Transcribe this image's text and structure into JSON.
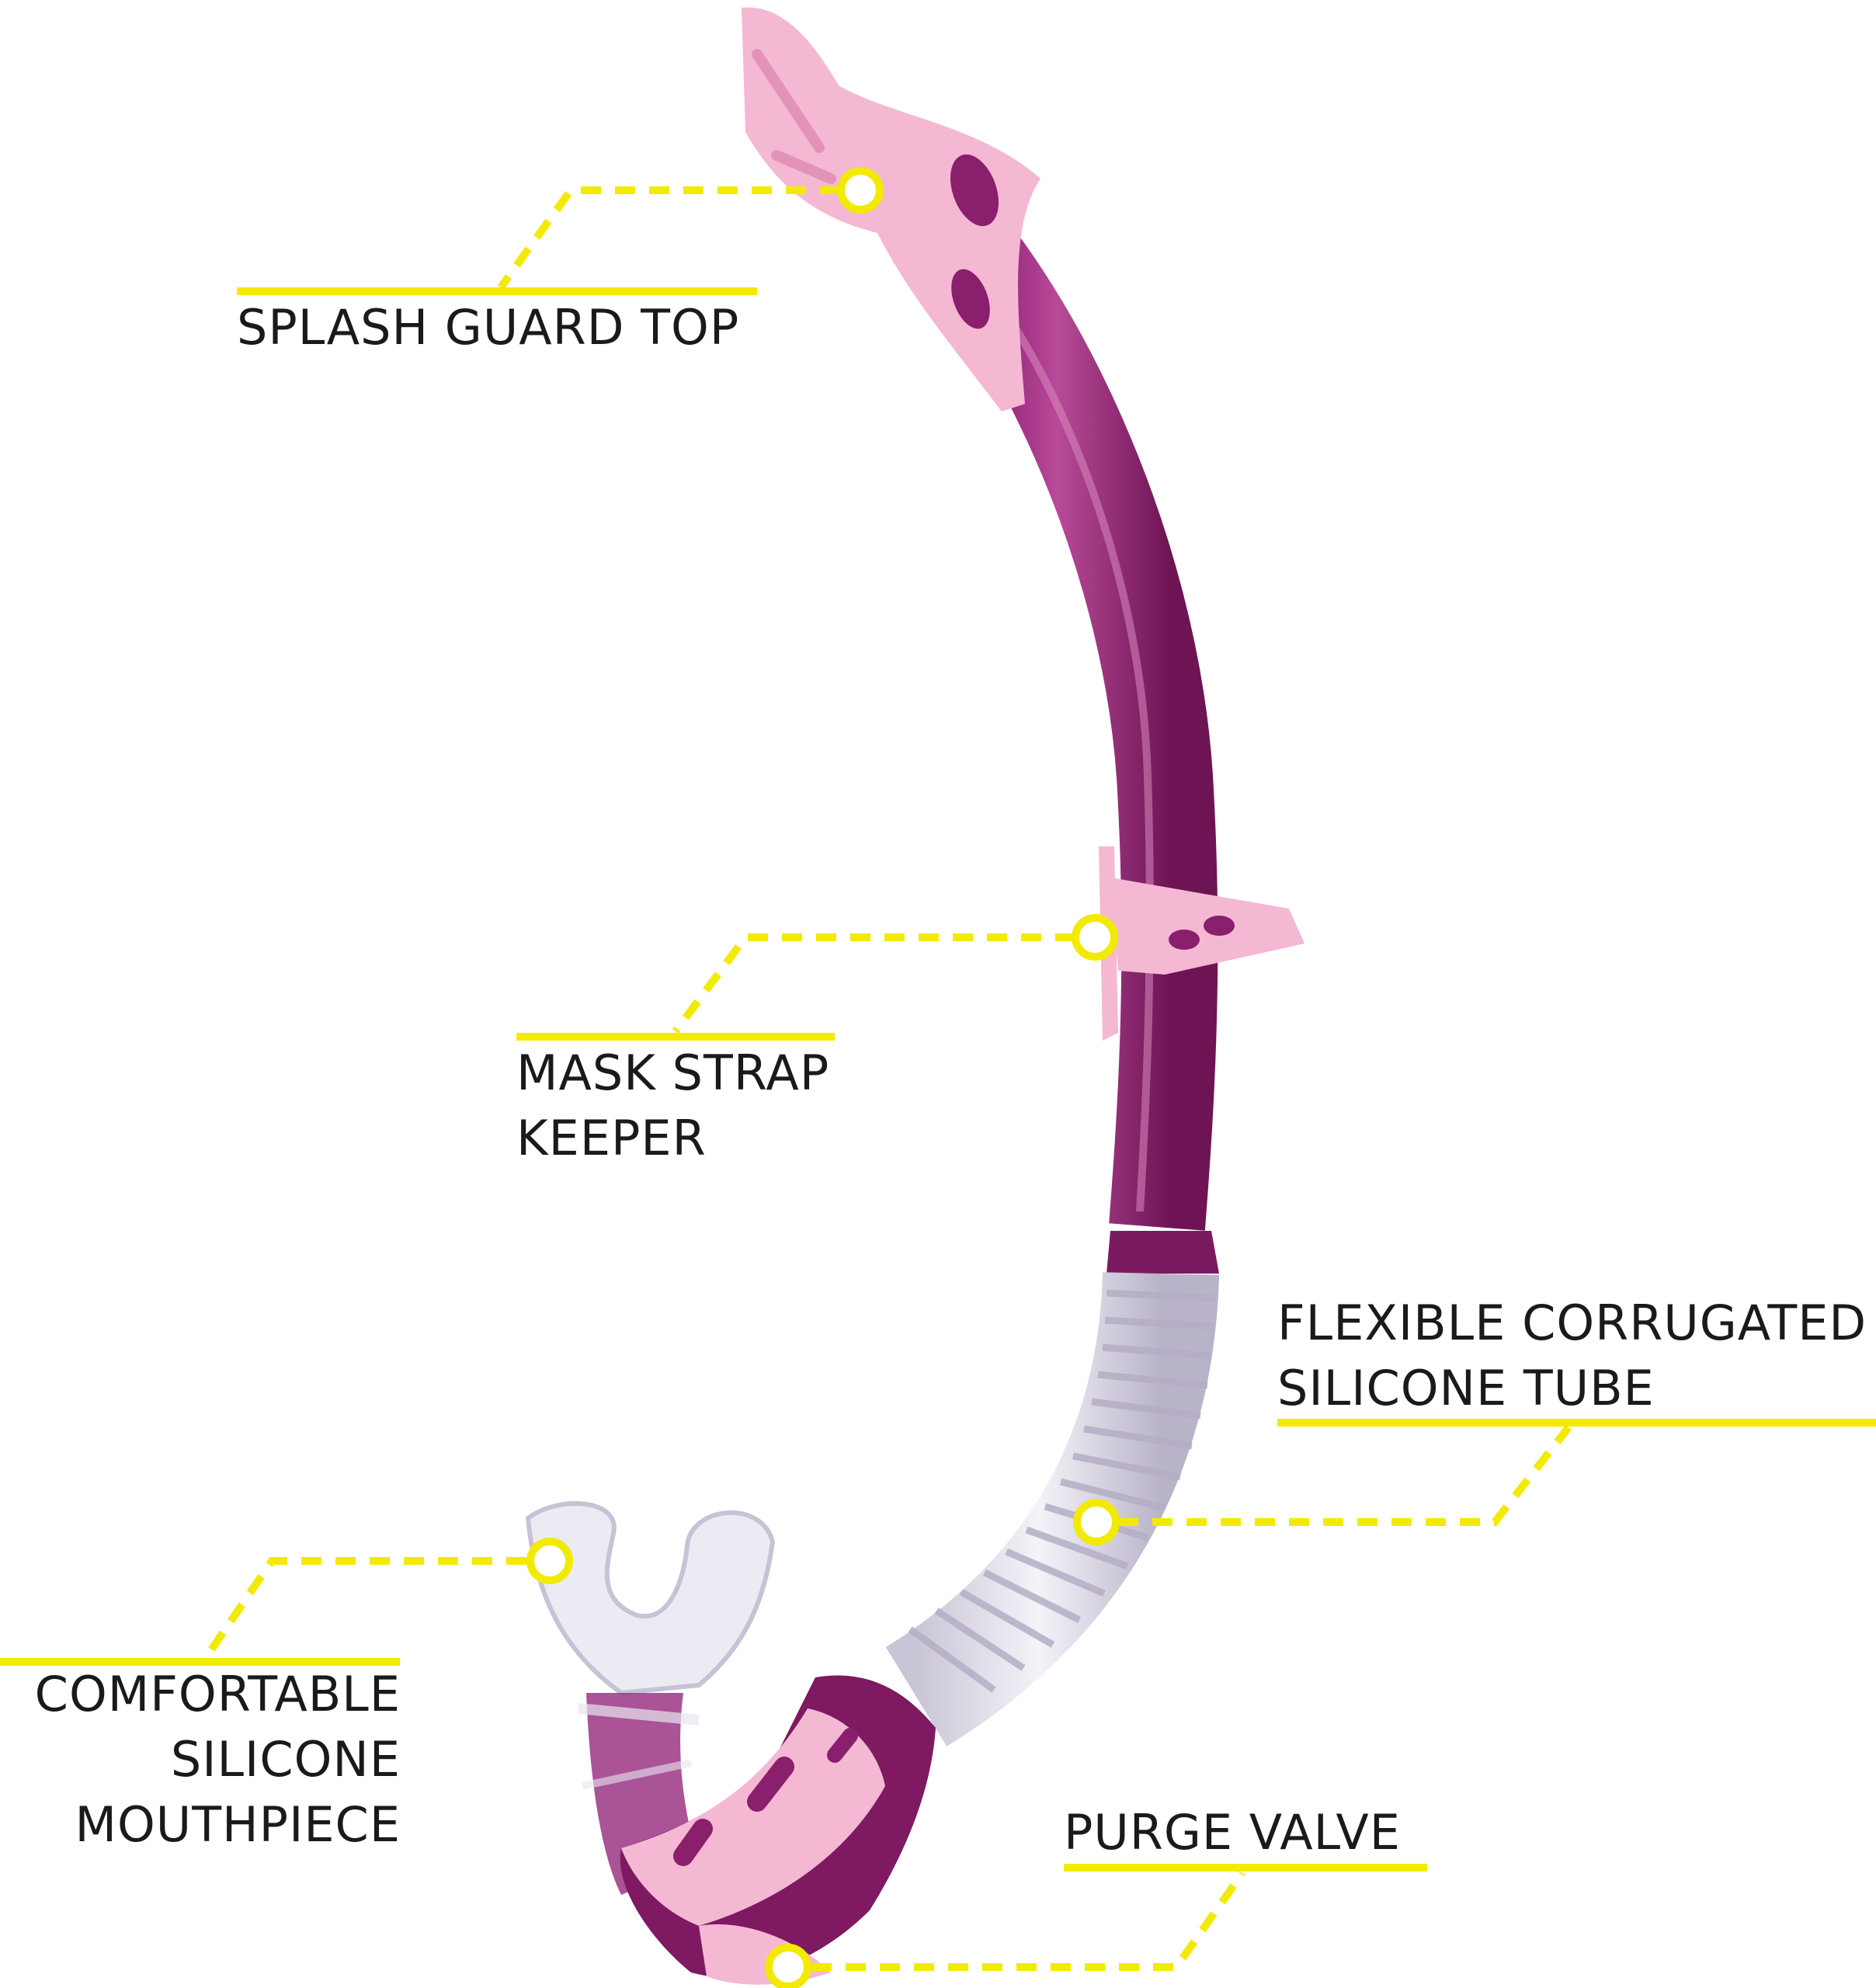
{
  "colors": {
    "tube": "#8a1f6e",
    "tube_dark": "#6e1455",
    "accent_pink": "#f4b8d3",
    "callout": "#f2ea00",
    "clear": "#e6e4ee"
  },
  "callouts": [
    {
      "id": "splash-guard-top",
      "lines": [
        "SPLASH GUARD TOP"
      ]
    },
    {
      "id": "mask-strap-keeper",
      "lines": [
        "MASK STRAP",
        "KEEPER"
      ]
    },
    {
      "id": "flexible-corrugated-silicone-tube",
      "lines": [
        "FLEXIBLE CORRUGATED",
        "SILICONE TUBE"
      ]
    },
    {
      "id": "comfortable-silicone-mouthpiece",
      "lines": [
        "COMFORTABLE",
        "SILICONE",
        "MOUTHPIECE"
      ]
    },
    {
      "id": "purge-valve",
      "lines": [
        "PURGE VALVE"
      ]
    }
  ]
}
